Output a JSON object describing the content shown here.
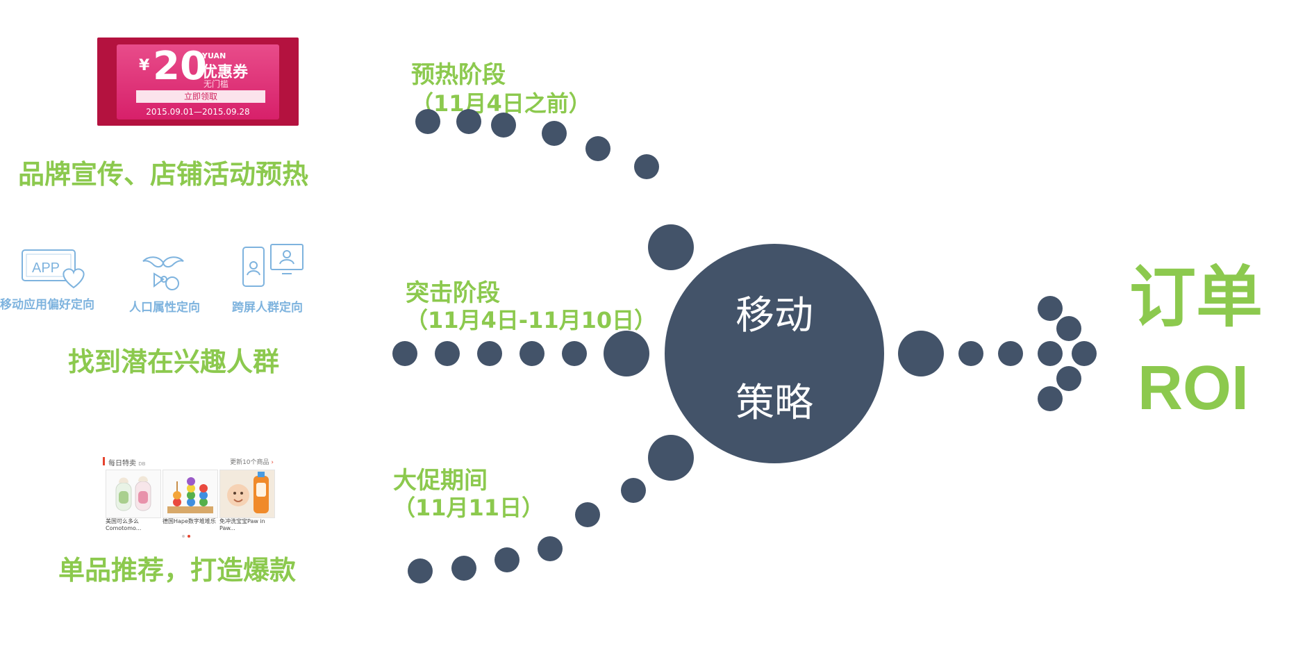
{
  "left": {
    "coupon": {
      "currency": "¥",
      "amount": "20",
      "unit": "YUAN",
      "title": "优惠券",
      "subtitle": "无门槛",
      "button": "立即领取",
      "dates": "2015.09.01—2015.09.28"
    },
    "coupon_caption": "品牌宣传、店铺活动预热",
    "targeting": [
      {
        "label": "移动应用偏好定向",
        "icon": "app-heart-icon",
        "icon_text": "APP"
      },
      {
        "label": "人口属性定向",
        "icon": "mustache-bow-icon"
      },
      {
        "label": "跨屏人群定向",
        "icon": "cross-screen-icon"
      }
    ],
    "targeting_caption": "找到潜在兴趣人群",
    "products": {
      "title": "每日特卖",
      "tag": "DB",
      "more": "更新10个商品",
      "more_icon": "chevron-right-icon",
      "items": [
        {
          "caption": "美国可么多么Comotomo...",
          "icon": "baby-bottles-icon"
        },
        {
          "caption": "德国Hape数字堆堆乐",
          "icon": "stacking-toy-icon"
        },
        {
          "caption": "免冲洗宝宝Paw in Paw...",
          "icon": "baby-product-icon"
        }
      ]
    },
    "products_caption": "单品推荐，打造爆款"
  },
  "stages": [
    {
      "name": "预热阶段",
      "time": "（11月4日之前）"
    },
    {
      "name": "突击阶段",
      "time": "（11月4日-11月10日）"
    },
    {
      "name": "大促期间",
      "time": "（11月11日）"
    }
  ],
  "center": {
    "line1": "移动",
    "line2": "策略"
  },
  "result": {
    "line1": "订单",
    "line2": "ROI"
  },
  "colors": {
    "accent": "#8cc94e",
    "node": "#435369",
    "icon": "#7eb3de",
    "coupon": "#b4123f"
  }
}
